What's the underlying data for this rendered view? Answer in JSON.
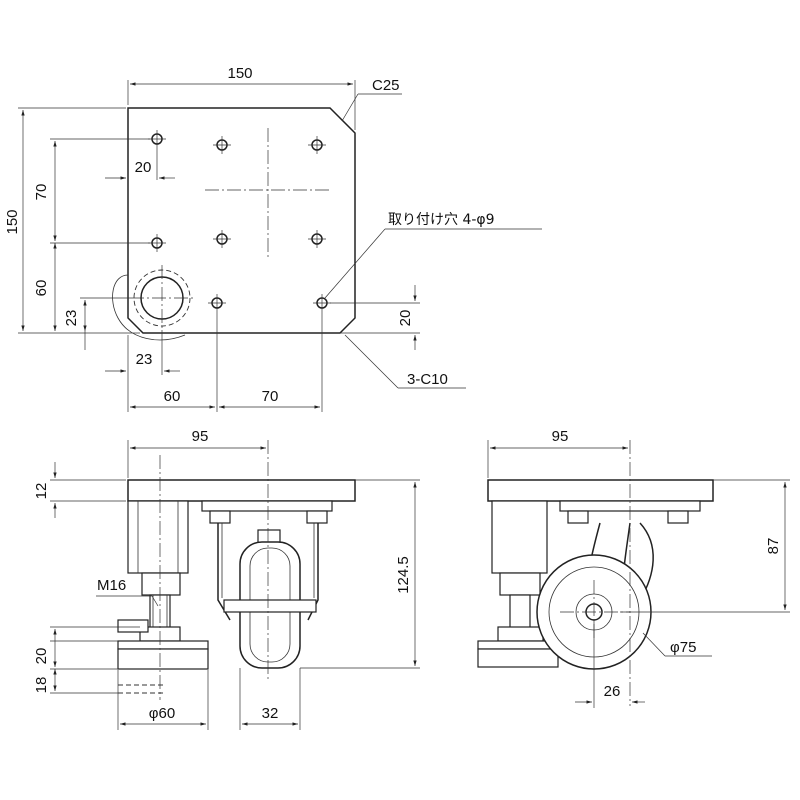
{
  "top_view": {
    "width": "150",
    "corner_chamfer": "C25",
    "height": "150",
    "v_70": "70",
    "v_60": "60",
    "v_23": "23",
    "h_20": "20",
    "h_23": "23",
    "r_20": "20",
    "b_60": "60",
    "b_70": "70",
    "mount_holes": "取り付け穴 4-φ9",
    "chamfer3": "3-C10"
  },
  "front_view": {
    "width": "95",
    "plate_thk": "12",
    "total_h": "124.5",
    "bolt": "M16",
    "d20": "20",
    "d18": "18",
    "base_dia": "φ60",
    "wheel_w": "32"
  },
  "side_view": {
    "width": "95",
    "h87": "87",
    "wheel_dia": "φ75",
    "offset": "26"
  }
}
